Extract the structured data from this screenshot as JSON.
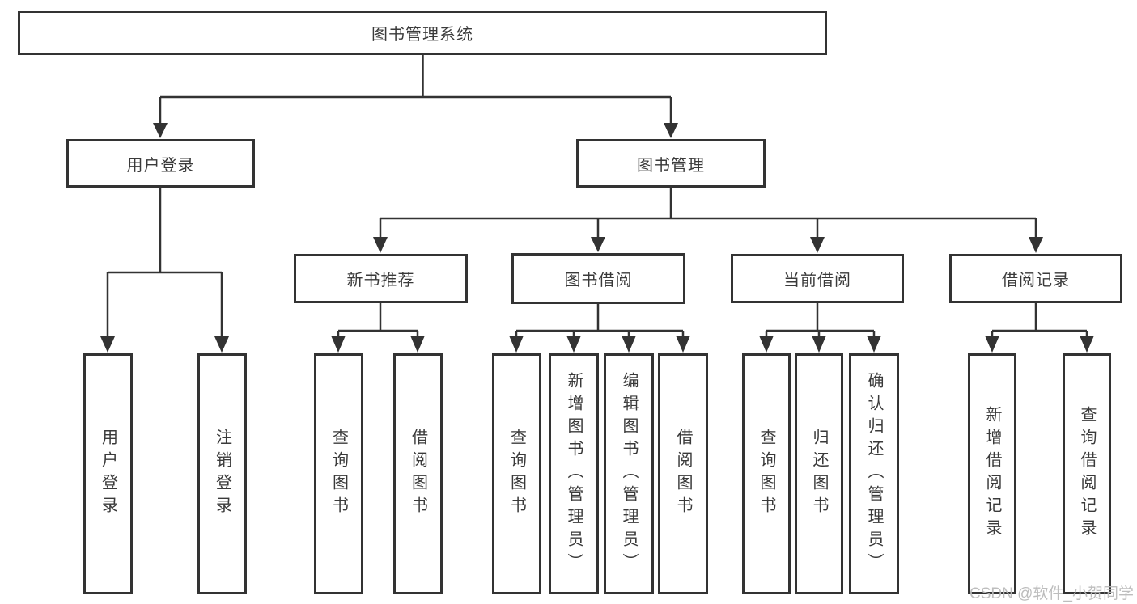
{
  "diagram_type": "tree",
  "colors": {
    "line": "#333333",
    "box_border": "#333333",
    "box_fill": "#ffffff",
    "text": "#3a3a3a",
    "watermark": "#b9b9b9",
    "background": "#ffffff"
  },
  "tree": {
    "label": "图书管理系统",
    "children": [
      {
        "label": "用户登录",
        "children": [
          {
            "label": "用户登录"
          },
          {
            "label": "注销登录"
          }
        ]
      },
      {
        "label": "图书管理",
        "children": [
          {
            "label": "新书推荐",
            "children": [
              {
                "label": "查询图书"
              },
              {
                "label": "借阅图书"
              }
            ]
          },
          {
            "label": "图书借阅",
            "children": [
              {
                "label": "查询图书"
              },
              {
                "label": "新增图书（管理员）"
              },
              {
                "label": "编辑图书（管理员）"
              },
              {
                "label": "借阅图书"
              }
            ]
          },
          {
            "label": "当前借阅",
            "children": [
              {
                "label": "查询图书"
              },
              {
                "label": "归还图书"
              },
              {
                "label": "确认归还（管理员）"
              }
            ]
          },
          {
            "label": "借阅记录",
            "children": [
              {
                "label": "新增借阅记录"
              },
              {
                "label": "查询借阅记录"
              }
            ]
          }
        ]
      }
    ]
  },
  "watermark": {
    "text": "CSDN @软件_小贺同学"
  }
}
